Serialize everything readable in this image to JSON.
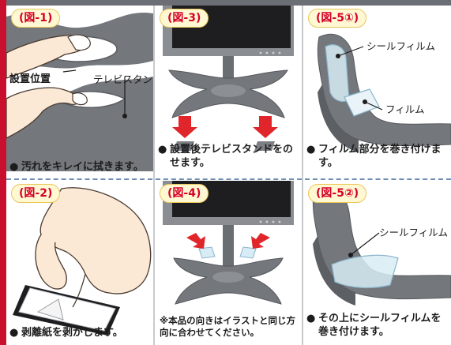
{
  "figures": {
    "fig1": {
      "label": "(図-1)",
      "callout_position": "設置位置",
      "callout_stand": "テレビスタンド",
      "caption": "汚れをキレイに拭きます。"
    },
    "fig3": {
      "label": "(図-3)",
      "caption": "設置後テレビスタンドをのせます。"
    },
    "fig5_1": {
      "label": "(図-5①)",
      "callout_seal": "シールフィルム",
      "callout_film": "フィルム",
      "caption": "フィルム部分を巻き付けます。"
    },
    "fig2": {
      "label": "(図-2)",
      "caption": "剥離紙を剥がします。"
    },
    "fig4": {
      "label": "(図-4)",
      "caption": "※本品の向きはイラストと同じ方向に合わせてください。"
    },
    "fig5_2": {
      "label": "(図-5②)",
      "callout_seal": "シールフィルム",
      "caption": "その上にシールフィルムを巻き付けます。"
    }
  },
  "bullet": "●",
  "colors": {
    "accent_red": "#c8102e",
    "label_red": "#d6002a",
    "stand_gray": "#707378",
    "screen_black": "#1e1e20",
    "arrow_red": "#e0262b",
    "divider_blue": "#6f8fb5"
  }
}
